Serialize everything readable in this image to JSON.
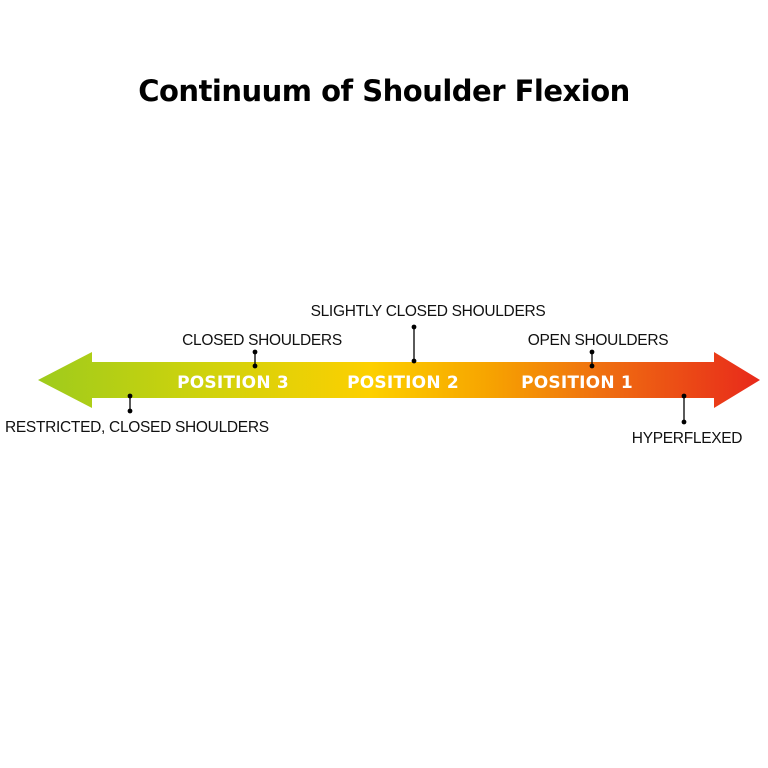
{
  "title": "Continuum of Shoulder Flexion",
  "colors": {
    "gradient_left": "#9ecb1c",
    "gradient_mid": "#fdd000",
    "gradient_right": "#e8291b",
    "label_text": "#ffffff",
    "annotation_text": "#111111"
  },
  "positions": [
    {
      "label": "POSITION 3"
    },
    {
      "label": "POSITION 2"
    },
    {
      "label": "POSITION 1"
    }
  ],
  "annotations": {
    "restricted": "RESTRICTED, CLOSED SHOULDERS",
    "closed": "CLOSED SHOULDERS",
    "slightly_closed": "SLIGHTLY CLOSED SHOULDERS",
    "open": "OPEN SHOULDERS",
    "hyperflexed": "HYPERFLEXED"
  }
}
